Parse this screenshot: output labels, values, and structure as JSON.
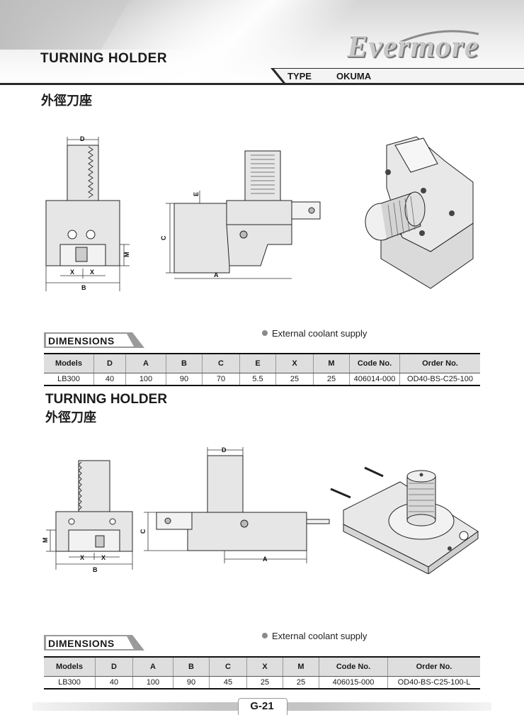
{
  "header": {
    "title": "TURNING HOLDER",
    "brand": "Evermore",
    "type_label": "TYPE",
    "type_value": "OKUMA"
  },
  "section1": {
    "cn_title": "外徑刀座",
    "dimensions_label": "DIMENSIONS",
    "coolant_note": "External coolant supply",
    "columns": [
      "Models",
      "D",
      "A",
      "B",
      "C",
      "E",
      "X",
      "M",
      "Code No.",
      "Order No."
    ],
    "rows": [
      [
        "LB300",
        "40",
        "100",
        "90",
        "70",
        "5.5",
        "25",
        "25",
        "406014-000",
        "OD40-BS-C25-100"
      ]
    ]
  },
  "section2": {
    "title": "TURNING HOLDER",
    "cn_title": "外徑刀座",
    "dimensions_label": "DIMENSIONS",
    "coolant_note": "External coolant supply",
    "columns": [
      "Models",
      "D",
      "A",
      "B",
      "C",
      "X",
      "M",
      "Code No.",
      "Order No."
    ],
    "rows": [
      [
        "LB300",
        "40",
        "100",
        "90",
        "45",
        "25",
        "25",
        "406015-000",
        "OD40-BS-C25-100-L"
      ]
    ]
  },
  "drawing_labels": {
    "d": "D",
    "a": "A",
    "b": "B",
    "c": "C",
    "e": "E",
    "m": "M",
    "x": "X"
  },
  "footer": {
    "page": "G-21"
  },
  "colors": {
    "accent_dark": "#2a2a2a",
    "table_header": "#dedede",
    "part_fill": "#e6e6e6"
  }
}
